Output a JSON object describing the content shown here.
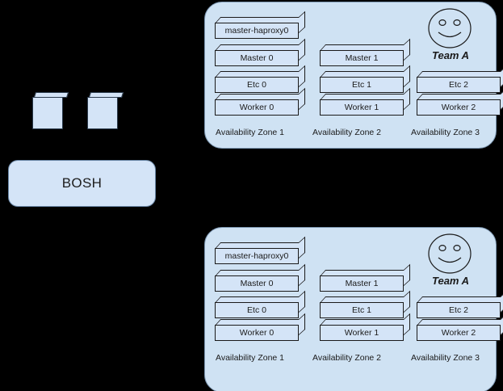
{
  "diagram": {
    "background_color": "#000000",
    "node_fill": "#d4e4f7",
    "panel_fill": "#cfe2f3",
    "stroke_color": "#1a1a1a"
  },
  "bosh": {
    "label": "BOSH"
  },
  "mini_shapes": [
    {
      "name": "deployment-artifact-1"
    },
    {
      "name": "deployment-artifact-2"
    }
  ],
  "panels": [
    {
      "id": "team-a-top",
      "team_label": "Team A",
      "face_icon": "smiley-face-icon",
      "haproxy": {
        "label": "master-haproxy0"
      },
      "zones": [
        {
          "label": "Availability Zone 1"
        },
        {
          "label": "Availability Zone 2"
        },
        {
          "label": "Availability Zone 3"
        }
      ],
      "rows": [
        {
          "name": "master",
          "cells": [
            "Master 0",
            "Master 1",
            ""
          ]
        },
        {
          "name": "etc",
          "cells": [
            "Etc 0",
            "Etc 1",
            "Etc 2"
          ]
        },
        {
          "name": "worker",
          "cells": [
            "Worker 0",
            "Worker 1",
            "Worker 2"
          ]
        }
      ]
    },
    {
      "id": "team-a-bottom",
      "team_label": "Team A",
      "face_icon": "smiley-face-icon",
      "haproxy": {
        "label": "master-haproxy0"
      },
      "zones": [
        {
          "label": "Availability Zone 1"
        },
        {
          "label": "Availability Zone 2"
        },
        {
          "label": "Availability Zone 3"
        }
      ],
      "rows": [
        {
          "name": "master",
          "cells": [
            "Master 0",
            "Master 1",
            ""
          ]
        },
        {
          "name": "etc",
          "cells": [
            "Etc 0",
            "Etc 1",
            "Etc 2"
          ]
        },
        {
          "name": "worker",
          "cells": [
            "Worker 0",
            "Worker 1",
            "Worker 2"
          ]
        }
      ]
    }
  ]
}
